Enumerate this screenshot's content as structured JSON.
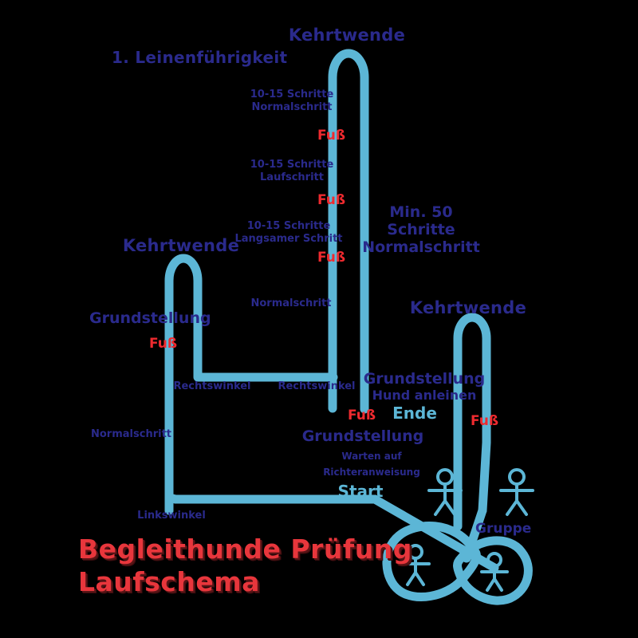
{
  "meta": {
    "background_color": "#000000",
    "path_color": "#5cb6d6",
    "label_blue": "#2a2a8c",
    "label_cyan": "#5cb6d6",
    "label_red": "#ef2a2f",
    "title_red": "#e8363c"
  },
  "titles": {
    "section": "1. Leinenführigkeit",
    "bottom_line1": "Begleithunde Prüfung",
    "bottom_line2": "Laufschema"
  },
  "turns": {
    "top": "Kehrtwende",
    "left": "Kehrtwende",
    "right": "Kehrtwende"
  },
  "pace_labels": {
    "normal_top_a": "10-15 Schritte",
    "normal_top_b": "Normalschritt",
    "lauf_a": "10-15 Schritte",
    "lauf_b": "Laufschritt",
    "langsam_a": "10-15 Schritte",
    "langsam_b": "Langsamer Schritt",
    "normal_mid": "Normalschritt",
    "normal_left": "Normalschritt",
    "min50_a": "Min. 50",
    "min50_b": "Schritte",
    "min50_c": "Normalschritt"
  },
  "fuss_markers": {
    "a": "Fuß",
    "b": "Fuß",
    "c": "Fuß",
    "left": "Fuß",
    "center": "Fuß",
    "right": "Fuß"
  },
  "angles": {
    "rechtswinkel_left": "Rechtswinkel",
    "rechtswinkel_right": "Rechtswinkel",
    "linkswinkel": "Linkswinkel"
  },
  "positions": {
    "grundstellung_left": "Grundstellung",
    "grundstellung_start": "Grundstellung",
    "warten_auf": "Warten auf",
    "richteranweisung": "Richteranweisung",
    "start": "Start",
    "grundstellung_end": "Grundstellung",
    "hund_anleinen": "Hund anleinen",
    "ende": "Ende",
    "gruppe": "Gruppe"
  },
  "icons": {
    "person_1": "stick-figure-icon",
    "person_2": "stick-figure-icon",
    "person_3": "stick-figure-icon",
    "person_4": "stick-figure-icon"
  }
}
